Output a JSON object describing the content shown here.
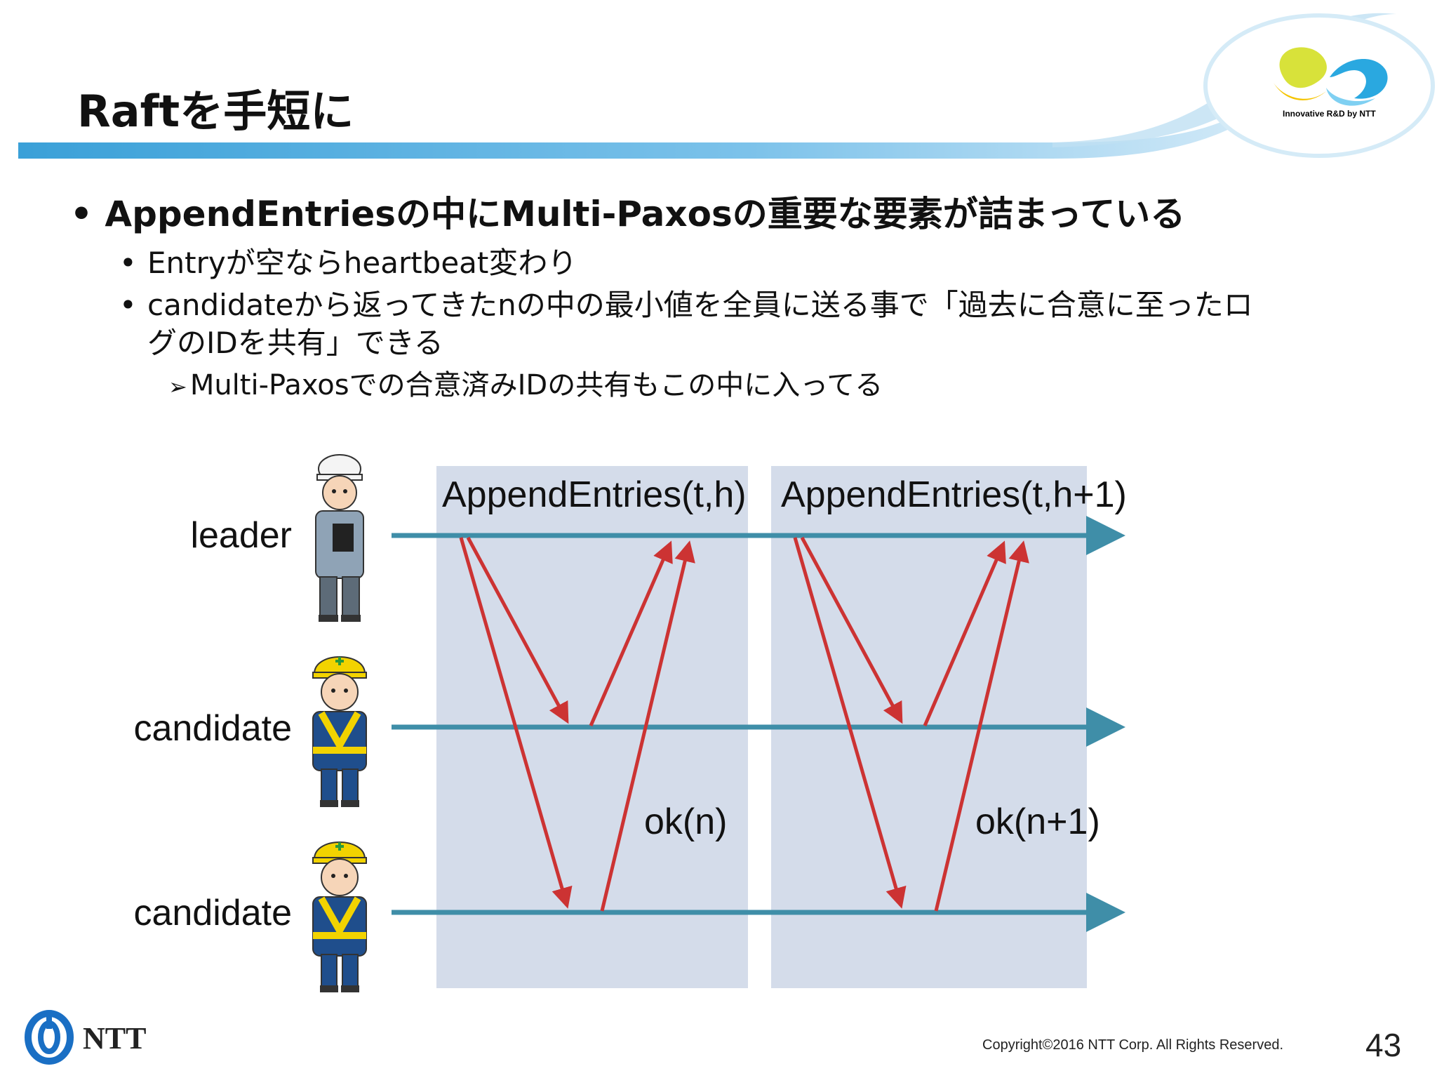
{
  "slide": {
    "title": "Raftを手短に",
    "page_number": "43",
    "copyright": "Copyright©2016  NTT Corp. All Rights Reserved.",
    "brand_tagline": "Innovative R&D by NTT",
    "footer_brand": "NTT"
  },
  "bullets": {
    "main": "AppendEntriesの中にMulti-Paxosの重要な要素が詰まっている",
    "sub1": "Entryが空ならheartbeat変わり",
    "sub2_line1": "candidateから返ってきたnの中の最小値を全員に送る事で「過去に合意に至ったロ",
    "sub2_line2": "グのIDを共有」できる",
    "sub3": "Multi-Paxosでの合意済みIDの共有もこの中に入ってる"
  },
  "diagram": {
    "lanes": [
      "leader",
      "candidate",
      "candidate"
    ],
    "phases": [
      {
        "request_label": "AppendEntries(t,h)",
        "response_label": "ok(n)"
      },
      {
        "request_label": "AppendEntries(t,h+1)",
        "response_label": "ok(n+1)"
      }
    ],
    "colors": {
      "lane": "#3f8ea8",
      "message": "#cc3333",
      "phase_bg": "#d4dcea"
    }
  }
}
